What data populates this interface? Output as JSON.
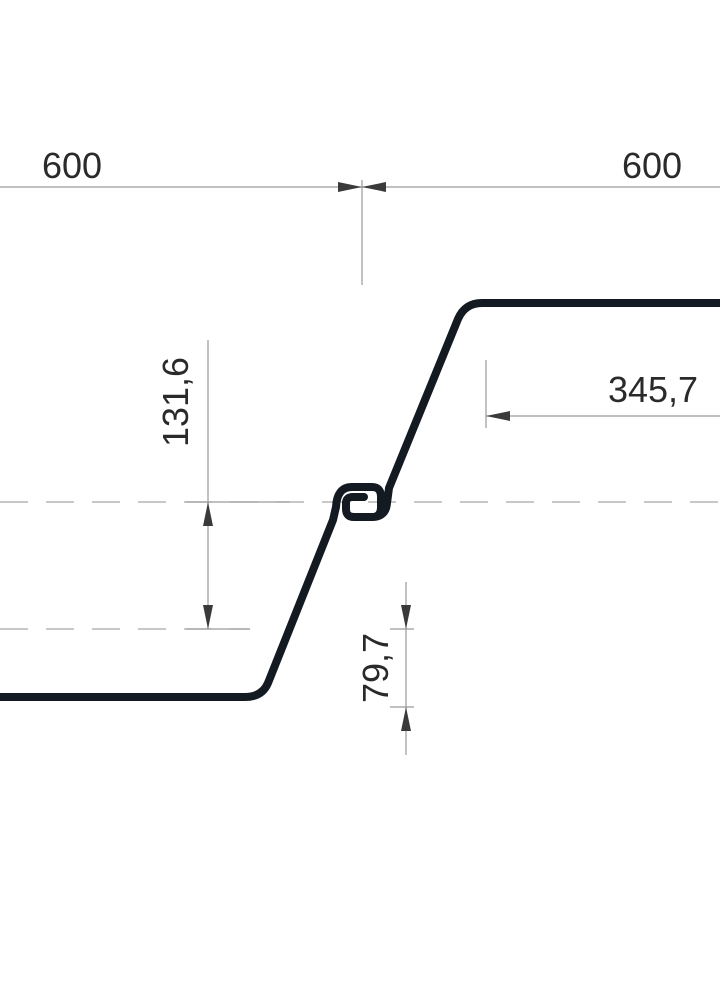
{
  "dimensions": {
    "width_left": "600",
    "width_right": "600",
    "height_upper": "131,6",
    "height_lower": "79,7",
    "flange_offset": "345,7"
  },
  "colors": {
    "profile": "#141a22",
    "dimension_lines": "#9a9a9a",
    "text": "#2a2a2a",
    "background": "#ffffff"
  }
}
